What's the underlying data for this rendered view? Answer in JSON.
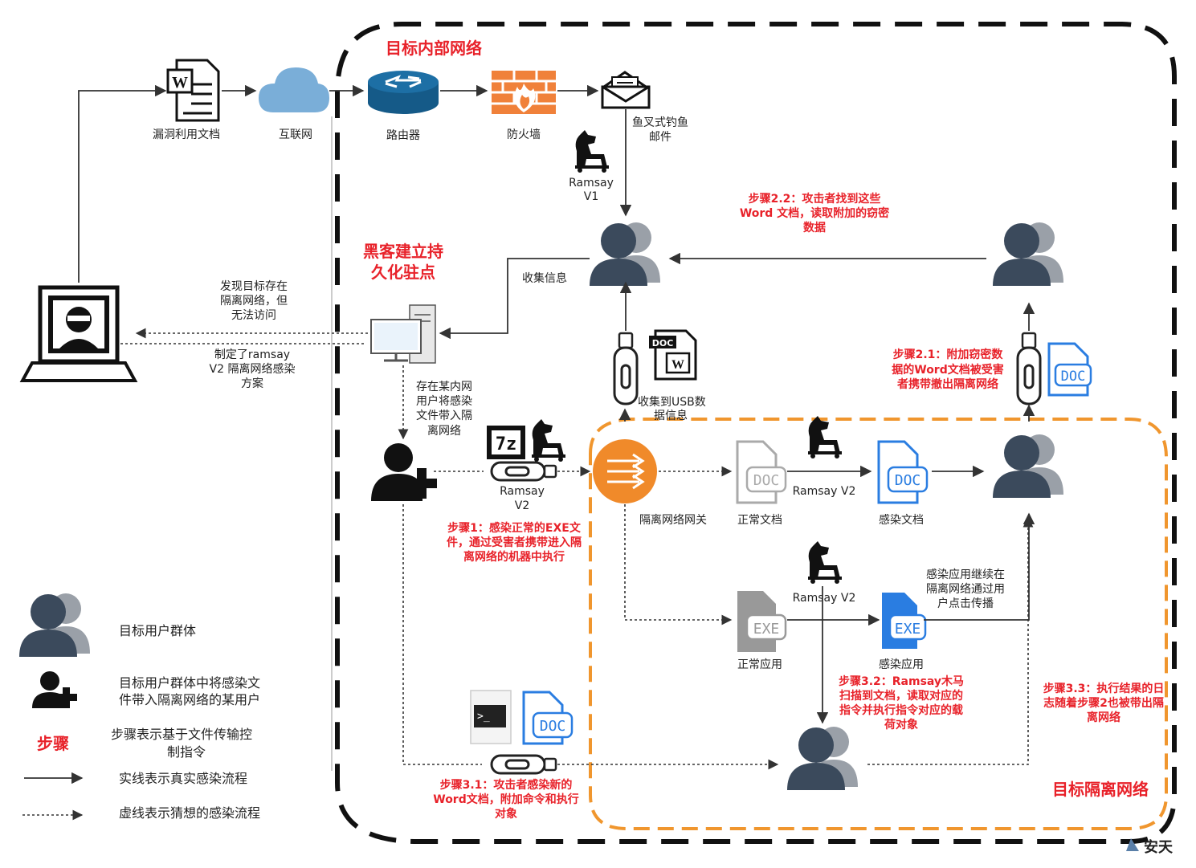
{
  "zones": {
    "internal_title": "目标内部网络",
    "isolated_title": "目标隔离网络",
    "persist_line1": "黑客建立持",
    "persist_line2": "久化驻点"
  },
  "nodes": {
    "exploit_doc": "漏洞利用文档",
    "internet": "互联网",
    "router": "路由器",
    "firewall": "防火墙",
    "phishing_1": "鱼叉式钓鱼",
    "phishing_2": "邮件",
    "ramsay_v1_1": "Ramsay",
    "ramsay_v1_2": "V1",
    "collect_info": "收集信息",
    "found_1": "发现目标存在",
    "found_2": "隔离网络，但",
    "found_3": "无法访问",
    "plan_1": "制定了ramsay",
    "plan_2": "V2 隔离网络感染",
    "plan_3": "方案",
    "carry_1": "存在某内网",
    "carry_2": "用户将感染",
    "carry_3": "文件带入隔",
    "carry_4": "离网络",
    "ramsay_v2_1": "Ramsay",
    "ramsay_v2_2": "V2",
    "usb_collect_1": "收集到USB数",
    "usb_collect_2": "据信息",
    "gateway": "隔离网络网关",
    "normal_doc": "正常文档",
    "ramsay_v2_doc": "Ramsay V2",
    "infected_doc": "感染文档",
    "normal_app": "正常应用",
    "ramsay_v2_app": "Ramsay V2",
    "infected_app": "感染应用",
    "spread_1": "感染应用继续在",
    "spread_2": "隔离网络通过用",
    "spread_3": "户点击传播",
    "doc_tag": "DOC",
    "exe_tag": "EXE",
    "sevenz_tag": "7z",
    "word_tag": "W"
  },
  "steps": {
    "s22_1": "步骤2.2：攻击者找到这些",
    "s22_2": "Word 文档，读取附加的窃密",
    "s22_3": "数据",
    "s21_1": "步骤2.1：附加窃密数",
    "s21_2": "据的Word文档被受害",
    "s21_3": "者携带撤出隔离网络",
    "s1_1": "步骤1：感染正常的EXE文",
    "s1_2": "件，通过受害者携带进入隔",
    "s1_3": "离网络的机器中执行",
    "s32_1": "步骤3.2：Ramsay木马",
    "s32_2": "扫描到文档，读取对应的",
    "s32_3": "指令并执行指令对应的载",
    "s32_4": "荷对象",
    "s33_1": "步骤3.3：执行结果的日",
    "s33_2": "志随着步骤2也被带出隔",
    "s33_3": "离网络",
    "s31_1": "步骤3.1：攻击者感染新的",
    "s31_2": "Word文档，附加命令和执行",
    "s31_3": "对象"
  },
  "legend": {
    "group": "目标用户群体",
    "carrier_1": "目标用户群体中将感染文",
    "carrier_2": "件带入隔离网络的某用户",
    "step_word": "步骤",
    "step_desc_1": "步骤表示基于文件传输控",
    "step_desc_2": "制指令",
    "solid": "实线表示真实感染流程",
    "dashed": "虚线表示猜想的感染流程"
  },
  "watermark": "安天",
  "colors": {
    "accent_red": "#e8222a",
    "isolated_border": "#f0962e",
    "user_dark": "#3b4a5c",
    "user_light": "#9aa0a8",
    "router_blue": "#1d6fa5",
    "firewall_orange": "#f0813a",
    "cloud_blue": "#7aaed8",
    "doc_blue": "#2a7de1",
    "gateway_orange": "#f08a2a"
  }
}
